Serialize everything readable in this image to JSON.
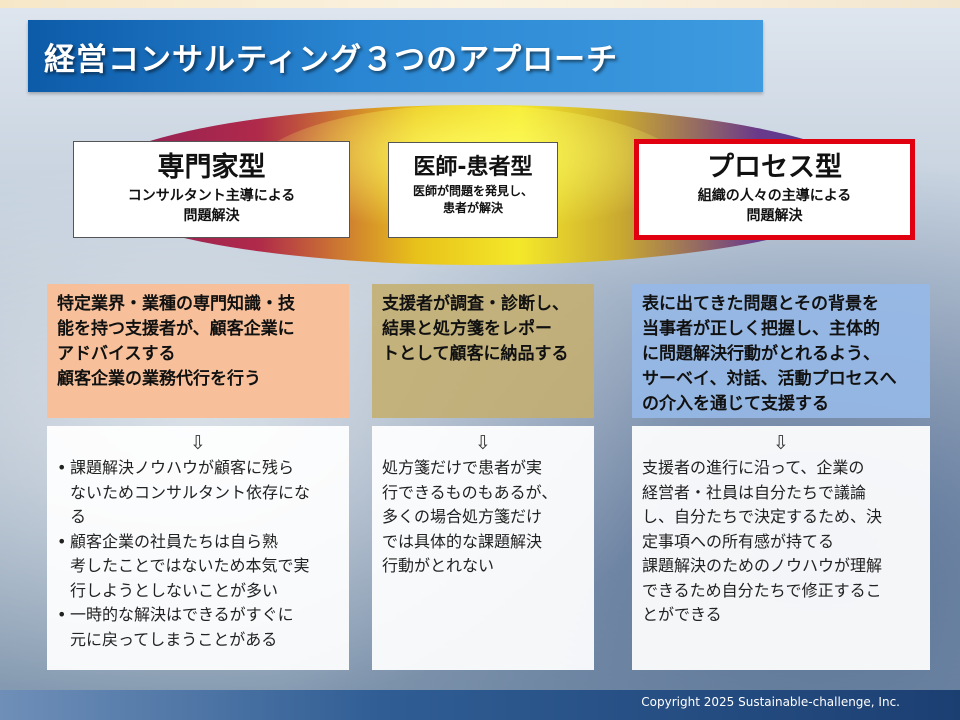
{
  "slide": {
    "title": "経営コンサルティング３つのアプローチ",
    "copyright": "Copyright 2025 Sustainable-challenge, Inc."
  },
  "approaches": [
    {
      "name": "専門家型",
      "subtitle_lines": [
        "コンサルタント主導による",
        "問題解決"
      ],
      "description_lines": [
        "特定業界・業種の専門知識・技",
        "能を持つ支援者が、顧客企業に",
        "アドバイスする",
        "顧客企業の業務代行を行う"
      ],
      "arrow": "⇩",
      "bullets": [
        [
          "課題解決ノウハウが顧客に残ら",
          "ないためコンサルタント依存にな",
          "る"
        ],
        [
          "顧客企業の社員たちは自ら熟",
          "考したことではないため本気で実",
          "行しようとしないことが多い"
        ],
        [
          "一時的な解決はできるがすぐに",
          "元に戻ってしまうことがある"
        ]
      ],
      "bullet_mark": "•"
    },
    {
      "name": "医師-患者型",
      "subtitle_lines": [
        "医師が問題を発見し、",
        "患者が解決"
      ],
      "description_lines": [
        "支援者が調査・診断し、",
        "結果と処方箋をレポー",
        "トとして顧客に納品する"
      ],
      "arrow": "⇩",
      "result_lines": [
        "処方箋だけで患者が実",
        "行できるものもあるが、",
        "多くの場合処方箋だけ",
        "では具体的な課題解決",
        "行動がとれない"
      ]
    },
    {
      "name": "プロセス型",
      "subtitle_lines": [
        "組織の人々の主導による",
        "問題解決"
      ],
      "description_lines": [
        "表に出てきた問題とその背景を",
        "当事者が正しく把握し、主体的",
        "に問題解決行動がとれるよう、",
        "サーベイ、対話、活動プロセスへ",
        "の介入を通じて支援する"
      ],
      "arrow": "⇩",
      "result_lines": [
        "支援者の進行に沿って、企業の",
        "経営者・社員は自分たちで議論",
        "し、自分たちで決定するため、決",
        "定事項への所有感が持てる",
        "課題解決のためのノウハウが理解",
        "できるため自分たちで修正するこ",
        "とができる"
      ]
    }
  ],
  "colors": {
    "title_bar": "#1f74c4",
    "expert_panel": "#f7c09b",
    "doctor_panel": "#c4ae70",
    "process_panel": "#96b9e6",
    "highlight_border": "#e0000f"
  }
}
